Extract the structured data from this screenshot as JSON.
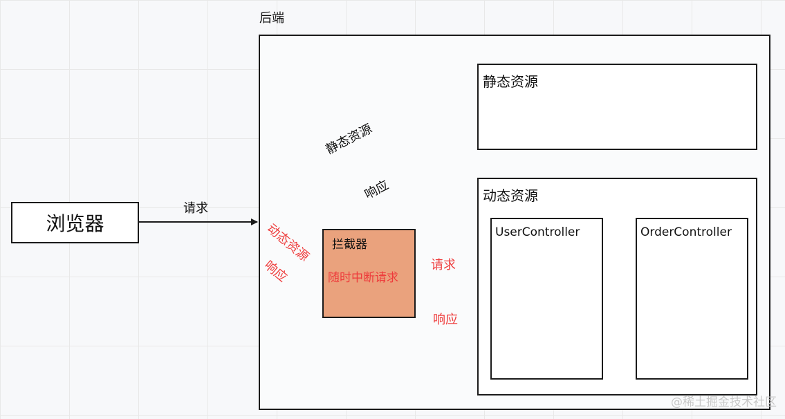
{
  "browser": {
    "label": "浏览器"
  },
  "backend": {
    "title": "后端",
    "static": {
      "title": "静态资源"
    },
    "dynamic": {
      "title": "动态资源",
      "controllers": [
        "UserController",
        "OrderController"
      ]
    },
    "interceptor": {
      "title": "拦截器",
      "desc": "随时中断请求"
    }
  },
  "edges": {
    "browser_request": "请求",
    "to_static": "静态资源",
    "static_response": "响应",
    "to_dynamic": "动态资源",
    "dynamic_response": "响应",
    "interceptor_request": "请求",
    "interceptor_response": "响应"
  },
  "colors": {
    "stroke": "#1a1a1a",
    "accent_red": "#ee3b3b",
    "interceptor_fill": "#eaa27d",
    "box_fill": "#ffffff"
  },
  "watermark": "@稀土掘金技术社区"
}
